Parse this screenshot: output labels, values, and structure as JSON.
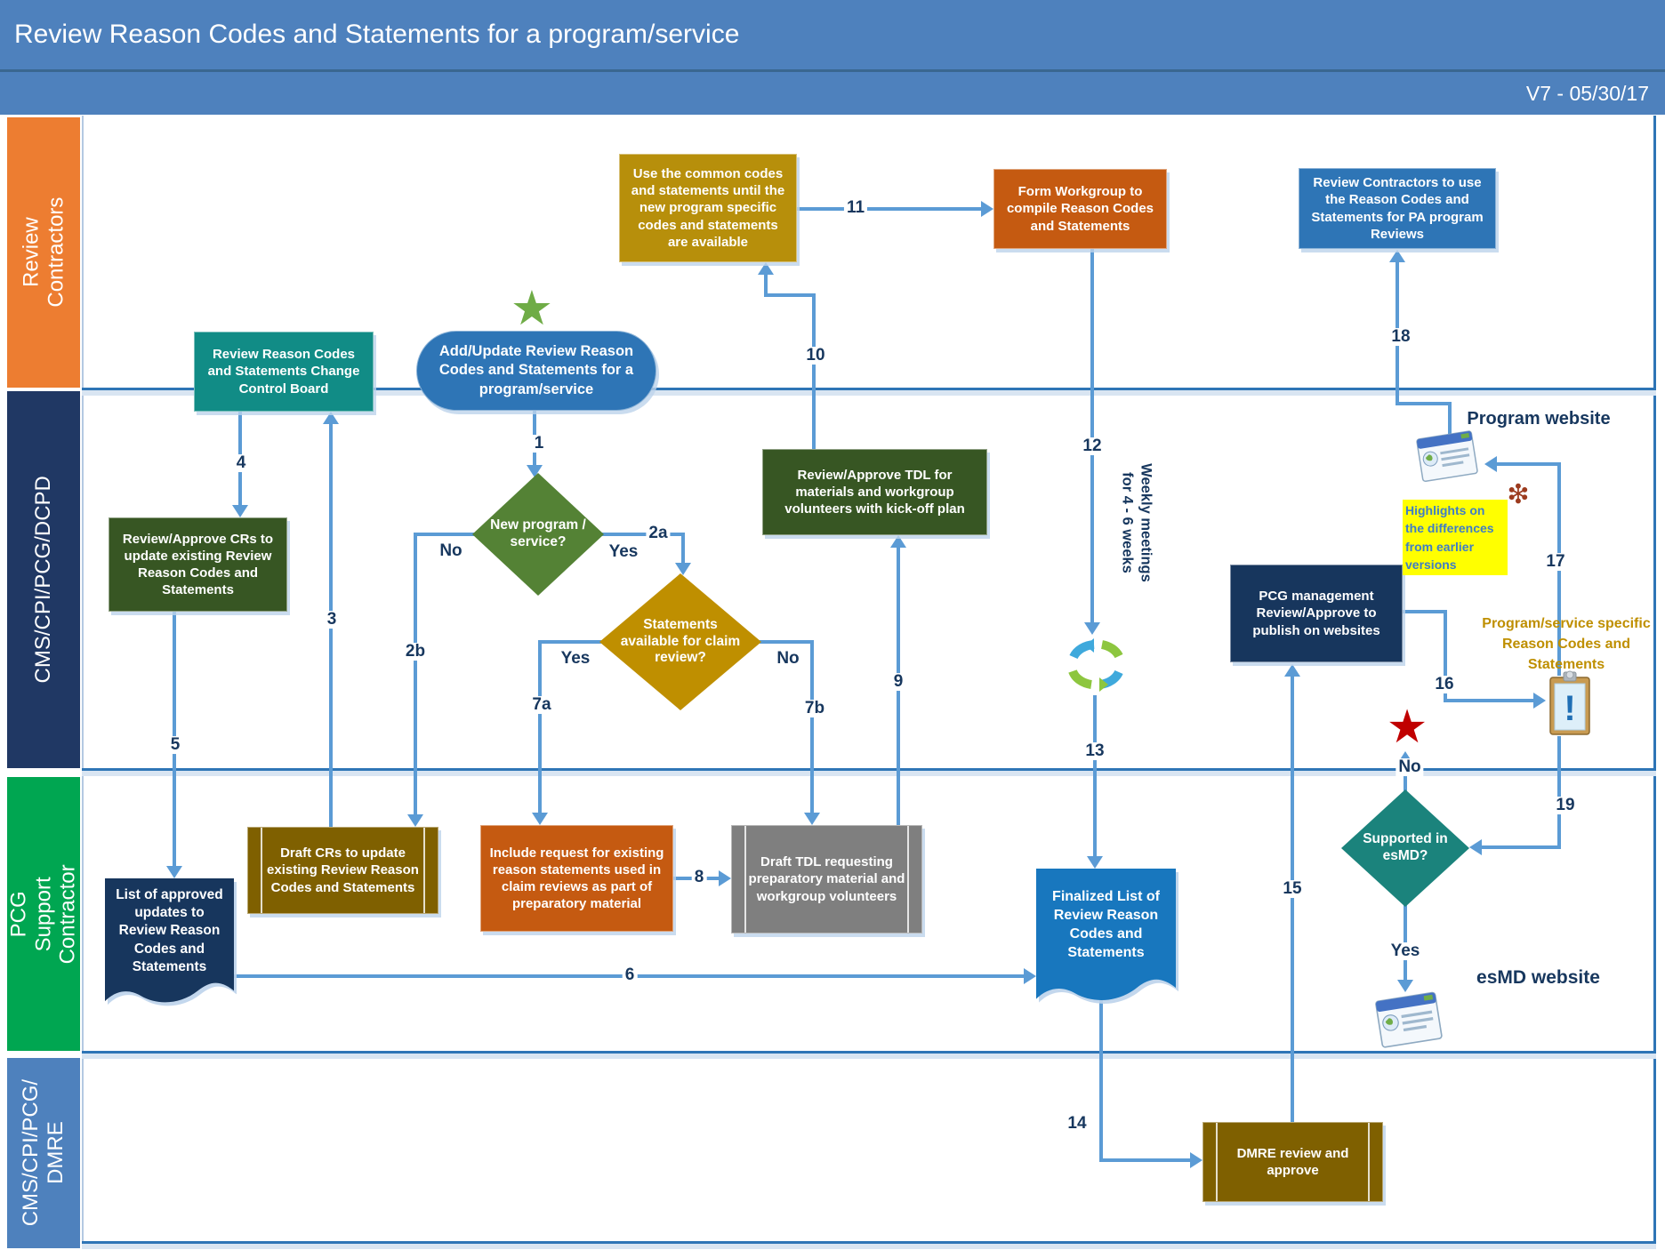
{
  "header": {
    "title": "Review Reason Codes and Statements for a program/service",
    "version": "V7 - 05/30/17"
  },
  "lanes": [
    {
      "label": "Review Contractors"
    },
    {
      "label": "CMS/CPI/PCG/DCPD"
    },
    {
      "label": "PCG Support Contractor"
    },
    {
      "label": "CMS/CPI/PCG/\nDMRE"
    }
  ],
  "nodes": {
    "use_common": "Use the common codes and statements until the new program specific codes and statements are available",
    "form_workgroup": "Form Workgroup to compile Reason Codes and Statements",
    "pa_reviews": "Review Contractors to use the Reason Codes and Statements for PA program Reviews",
    "ccb": "Review Reason Codes and Statements Change Control Board",
    "add_update": "Add/Update Review Reason Codes and Statements for a program/service",
    "review_approve_crs": "Review/Approve CRs to update existing Review Reason Codes and Statements",
    "new_program": "New program / service?",
    "statements_available": "Statements available for claim review?",
    "review_approve_tdl": "Review/Approve TDL for materials and workgroup volunteers with kick-off plan",
    "pcg_mgmt": "PCG management Review/Approve to publish on websites",
    "list_approved": "List of approved updates to Review Reason Codes and Statements",
    "draft_crs": "Draft CRs to update existing Review Reason Codes and Statements",
    "include_request": "Include request for existing reason statements used in claim reviews as part of preparatory material",
    "draft_tdl": "Draft TDL requesting preparatory material and workgroup volunteers",
    "finalized_list": "Finalized List of Review Reason Codes and Statements",
    "supported_esmd": "Supported in esMD?",
    "dmre_review": "DMRE review and approve"
  },
  "notes": {
    "program_website": "Program website",
    "esmd_website": "esMD website",
    "highlights": "Highlights on the differences from earlier versions",
    "program_specific": "Program/service specific Reason Codes and Statements",
    "weekly_meetings": "Weekly meetings\nfor 4 - 6 weeks"
  },
  "labels": {
    "n1": "1",
    "n2a": "2a",
    "n2b": "2b",
    "n3": "3",
    "n4": "4",
    "n5": "5",
    "n6": "6",
    "n7a": "7a",
    "n7b": "7b",
    "n8": "8",
    "n9": "9",
    "n10": "10",
    "n11": "11",
    "n12": "12",
    "n13": "13",
    "n14": "14",
    "n15": "15",
    "n16": "16",
    "n17": "17",
    "n18": "18",
    "n19": "19",
    "yes": "Yes",
    "no": "No"
  },
  "icons": {
    "start_marker": "green-star-icon",
    "end_marker": "red-star-icon",
    "loop_marker": "cycle-arrows-icon",
    "program_site": "browser-window-icon",
    "esmd_site": "browser-window-icon",
    "deliverable": "clipboard-exclamation-icon",
    "burst": "burst-star-icon"
  },
  "colors": {
    "arrow": "#5B9BD5",
    "lane_orange": "#ED7D31",
    "lane_navy": "#203864",
    "lane_green": "#00A651",
    "lane_blue": "#4E81BD",
    "teal": "#118C86",
    "teal_dark": "#1B837C",
    "dark_green": "#375623",
    "mid_green": "#548235",
    "gold": "#BF8F00",
    "olive": "#7F6000",
    "orange": "#C55A11",
    "gray": "#7F7F7F",
    "navy": "#17365D",
    "blue": "#2E75B6",
    "doc_blue": "#1877BE",
    "highlight": "#FFFF00",
    "label_text": "#17375E"
  }
}
